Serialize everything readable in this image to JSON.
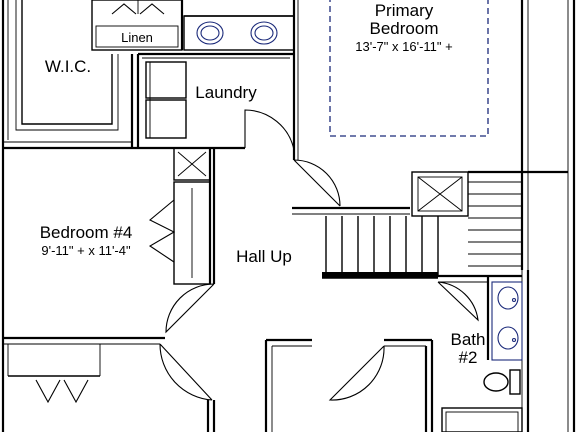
{
  "rooms": {
    "primary_bedroom": {
      "name_line1": "Primary",
      "name_line2": "Bedroom",
      "dims": "13'-7\" x 16'-11\" +"
    },
    "wic": {
      "name": "W.I.C."
    },
    "linen": {
      "name": "Linen"
    },
    "laundry": {
      "name": "Laundry"
    },
    "bedroom4": {
      "name": "Bedroom #4",
      "dims": "9'-11\" + x 11'-4\""
    },
    "hall": {
      "name": "Hall Up"
    },
    "bath2": {
      "name_line1": "Bath",
      "name_line2": "#2"
    }
  },
  "colors": {
    "walls": "#000000",
    "fixtures": "#1b2a7a",
    "background": "#ffffff"
  }
}
